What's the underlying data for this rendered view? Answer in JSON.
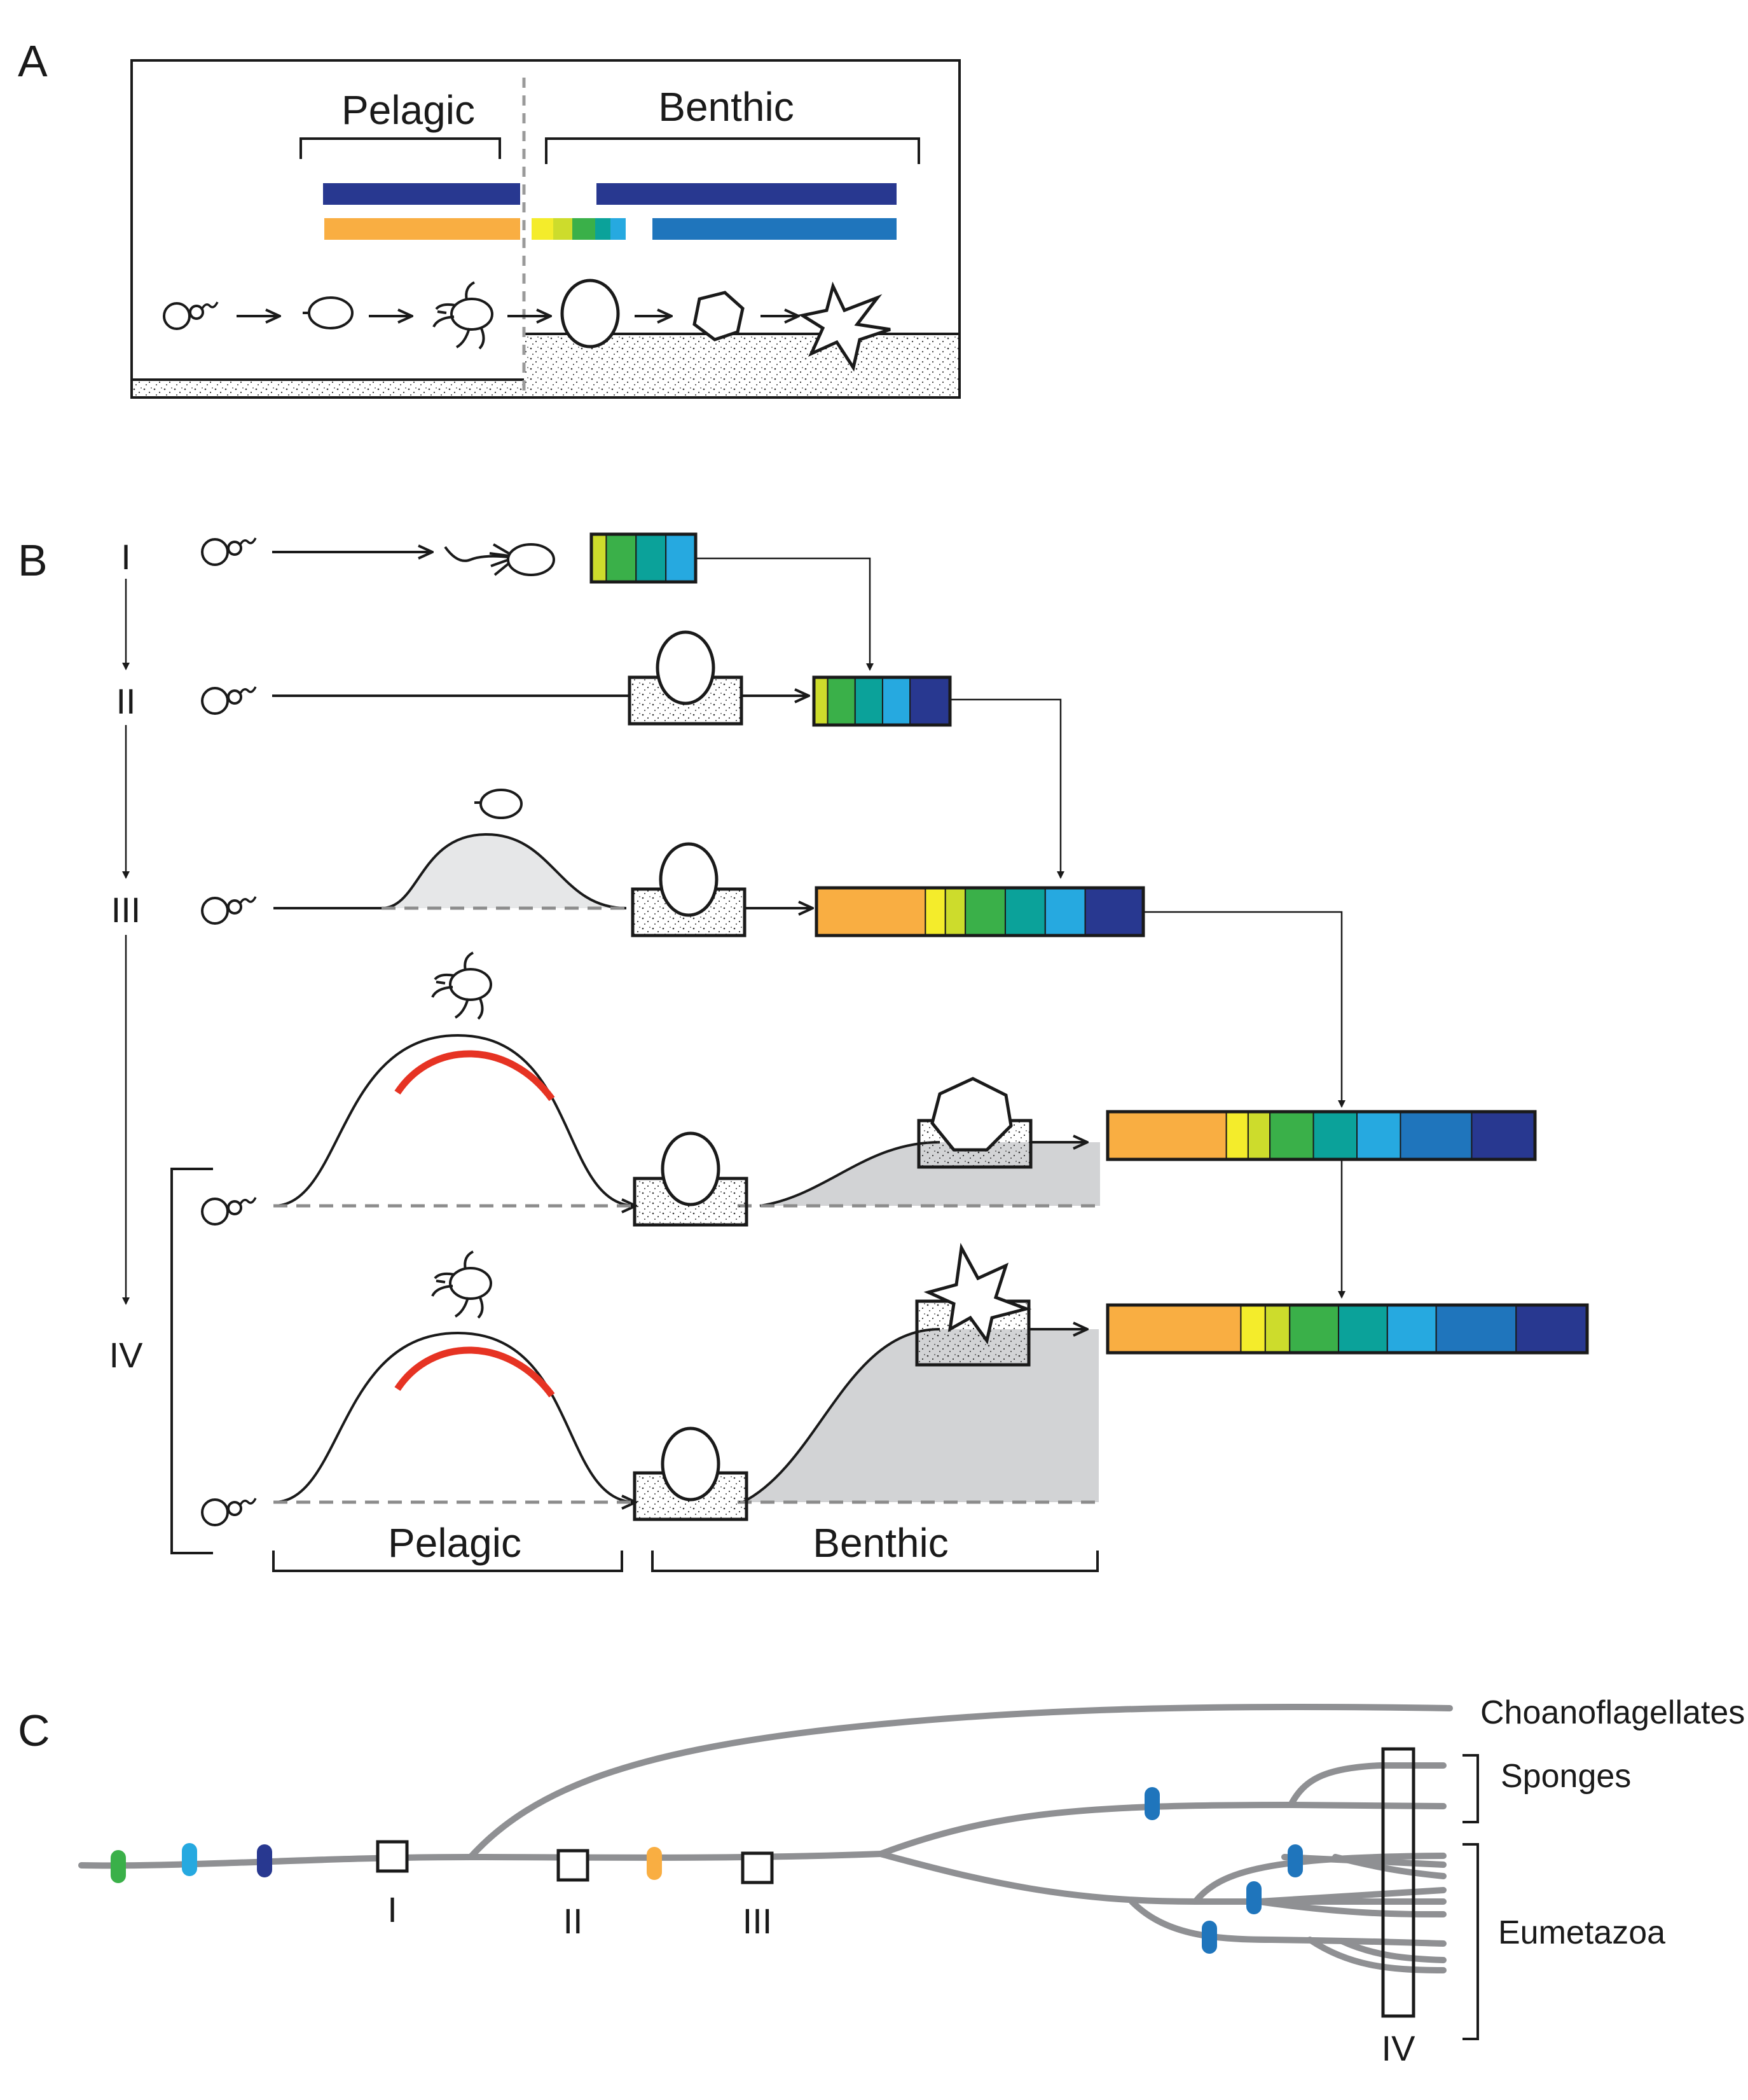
{
  "panels": {
    "a": "A",
    "b": "B",
    "c": "C"
  },
  "panel_a": {
    "pelagic": "Pelagic",
    "benthic": "Benthic"
  },
  "panel_b": {
    "stages": [
      "I",
      "II",
      "III",
      "IV"
    ],
    "pelagic": "Pelagic",
    "benthic": "Benthic"
  },
  "panel_c": {
    "markers": [
      "I",
      "II",
      "III",
      "IV"
    ],
    "choanoflagellates": "Choanoflagellates",
    "sponges": "Sponges",
    "eumetazoa": "Eumetazoa"
  },
  "colors": {
    "navy": "#283890",
    "orange": "#F9AE42",
    "yellow": "#F4EC2B",
    "lime": "#CDDC2C",
    "green": "#3AB049",
    "teal": "#0BA29A",
    "sky": "#26A9E0",
    "blue": "#1F75BC",
    "red": "#E63323",
    "gray_fill": "#D2D3D5",
    "branch_gray": "#8F9093"
  },
  "gene_bars": {
    "I": [
      "lime",
      "green",
      "teal",
      "sky"
    ],
    "II": [
      "lime",
      "green",
      "teal",
      "sky",
      "navy"
    ],
    "III": [
      "orange",
      "yellow",
      "lime",
      "green",
      "teal",
      "sky",
      "navy"
    ],
    "IV_a": [
      "orange",
      "yellow",
      "lime",
      "green",
      "teal",
      "sky",
      "blue",
      "navy"
    ],
    "IV_b": [
      "orange",
      "yellow",
      "lime",
      "green",
      "teal",
      "sky",
      "blue",
      "navy"
    ]
  }
}
